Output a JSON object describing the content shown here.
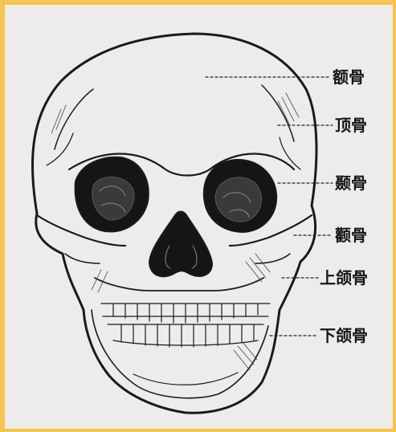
{
  "diagram": {
    "labels": [
      {
        "id": "frontal",
        "text": "额骨"
      },
      {
        "id": "parietal",
        "text": "顶骨"
      },
      {
        "id": "temporal",
        "text": "颞骨"
      },
      {
        "id": "zygomatic",
        "text": "颧骨"
      },
      {
        "id": "maxilla",
        "text": "上颌骨"
      },
      {
        "id": "mandible",
        "text": "下颌骨"
      }
    ]
  },
  "colors": {
    "frame": "#f5c451",
    "paper": "#eeecea",
    "ink": "#161616"
  }
}
